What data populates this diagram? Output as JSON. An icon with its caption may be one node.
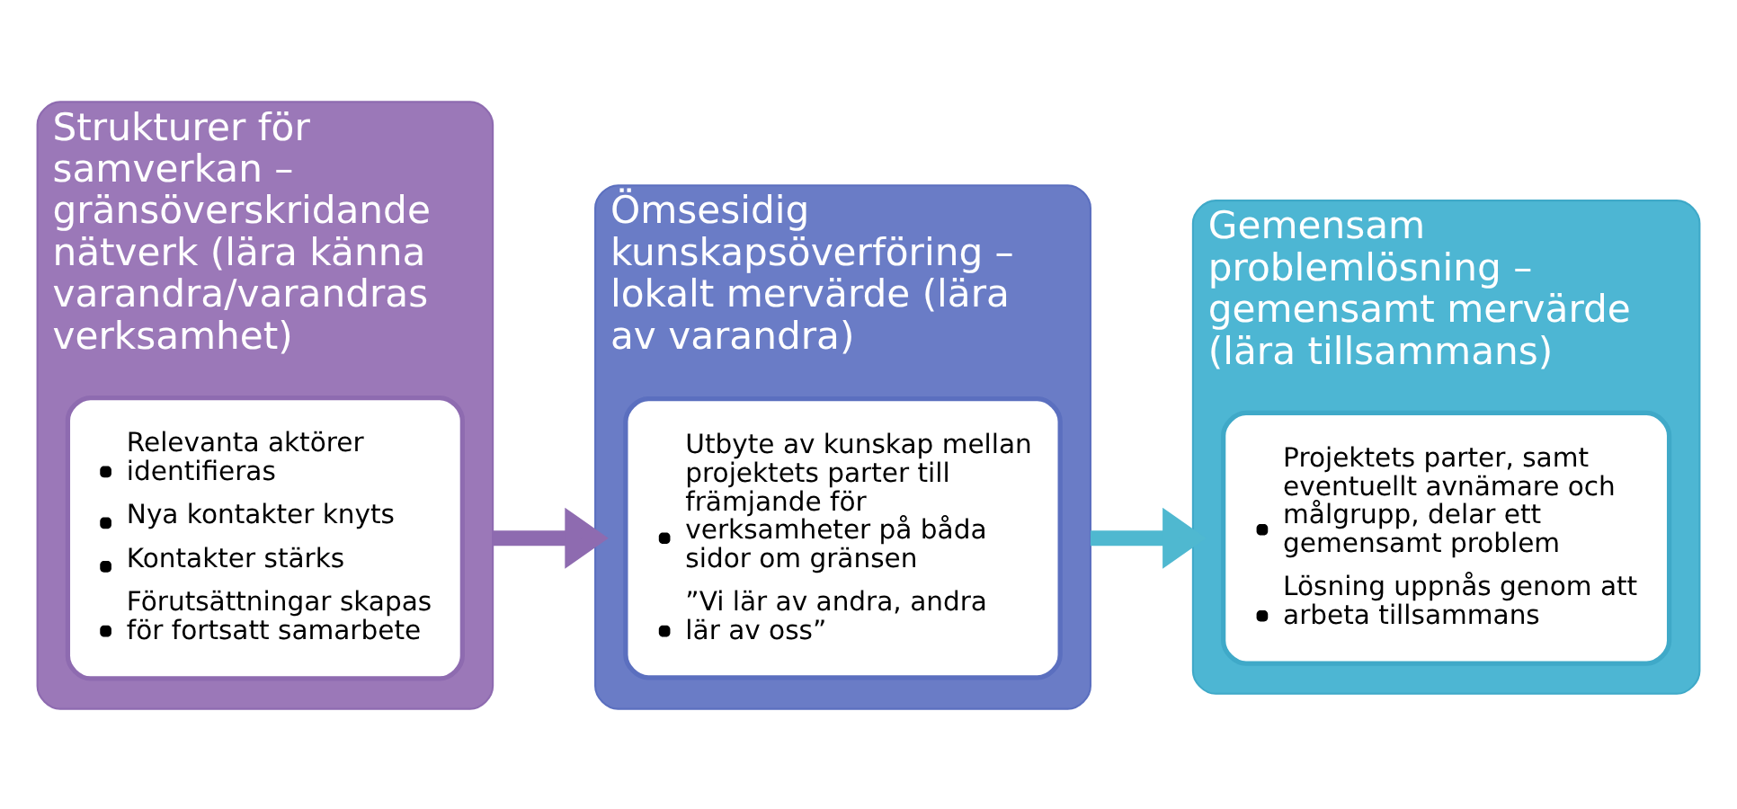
{
  "diagram": {
    "nodes": [
      {
        "text": [
          "Strukturer för samverkan – gränsöverskridande nätverk (lära känna varandra/varandras verksamhet)"
        ]
      },
      {
        "text": [
          "Relevanta aktörer identifieras",
          "Nya kontakter knyts",
          "Kontakter stärks",
          "Förutsättningar skapas för fortsatt samarbete"
        ],
        "in": 0
      },
      {
        "text": [
          "Ömsesidig kunskapsöverföring – lokalt mervärde (lära av varandra)"
        ]
      },
      {
        "text": [
          "Utbyte av kunskap mellan projektets parter till främjande för verksamheter på båda sidor om gränsen",
          "”Vi lär av andra, andra lär av oss”"
        ],
        "in": 2
      },
      {
        "text": [
          "Gemensam problemlösning – gemensamt mervärde (lära tillsammans)"
        ]
      },
      {
        "text": [
          "Projektets parter, samt eventuellt avnämare och målgrupp, delar ett gemensamt problem",
          "Lösning uppnås genom att arbeta tillsammans"
        ],
        "in": 4
      }
    ],
    "edges": [
      {
        "from": 0,
        "to": 2,
        "arrow": "to",
        "color": "#8e6bb0"
      },
      {
        "from": 2,
        "to": 4,
        "arrow": "to",
        "color": "#4fb8d0"
      }
    ]
  }
}
